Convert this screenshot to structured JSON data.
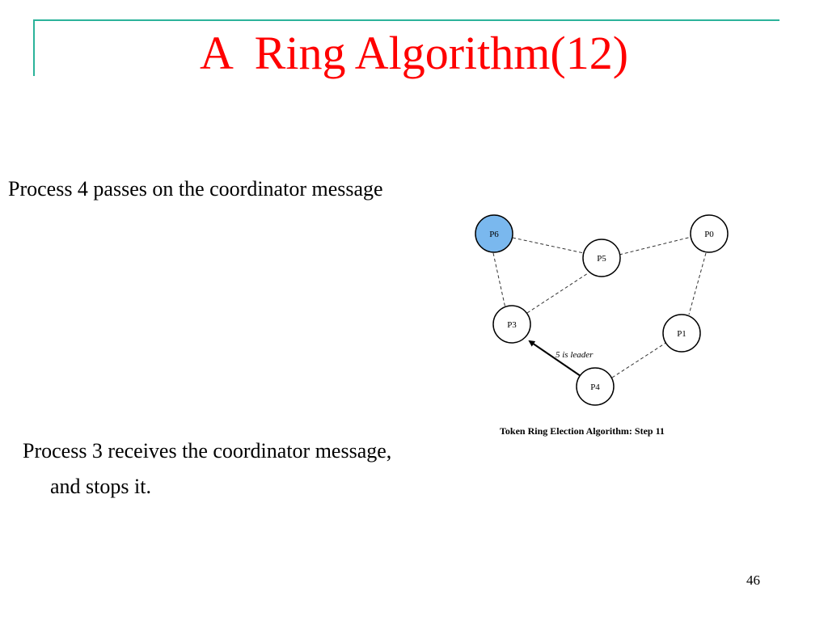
{
  "slide": {
    "title": "A  Ring Algorithm(12)",
    "text_1": "Process 4 passes on the coordinator message",
    "text_2_line1": "Process 3 receives the coordinator message,",
    "text_2_line2": "and stops it.",
    "page_number": "46"
  },
  "diagram": {
    "nodes": [
      {
        "label": "P6",
        "highlighted": true
      },
      {
        "label": "P5",
        "highlighted": false
      },
      {
        "label": "P0",
        "highlighted": false
      },
      {
        "label": "P3",
        "highlighted": false
      },
      {
        "label": "P1",
        "highlighted": false
      },
      {
        "label": "P4",
        "highlighted": false
      }
    ],
    "message_label": "5 is leader",
    "caption": "Token Ring Election Algorithm:  Step 11",
    "colors": {
      "highlight": "#7ab8ee",
      "title": "#ff0000",
      "frame": "#2bb39a"
    }
  }
}
